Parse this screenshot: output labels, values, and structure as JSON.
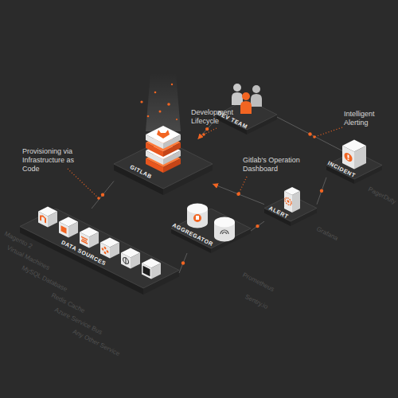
{
  "diagram": {
    "nodes": [
      {
        "text": [
          "DEV TEAM"
        ]
      },
      {
        "text": [
          "GITLAB"
        ]
      },
      {
        "text": [
          "INCIDENT"
        ]
      },
      {
        "text": [
          "ALERT"
        ]
      },
      {
        "text": [
          "AGGREGATOR"
        ]
      },
      {
        "text": [
          "DATA SOURCES"
        ]
      }
    ],
    "edges": [
      {
        "from": 0,
        "to": 1,
        "arrow": "to"
      },
      {
        "from": 3,
        "to": 1,
        "arrow": "to"
      },
      {
        "from": 5,
        "to": 1,
        "arrow": "none"
      },
      {
        "from": 5,
        "to": 4,
        "arrow": "none"
      },
      {
        "from": 4,
        "to": 3,
        "arrow": "none"
      },
      {
        "from": 3,
        "to": 2,
        "arrow": "none"
      },
      {
        "from": 2,
        "to": 0,
        "arrow": "none"
      }
    ],
    "labels": [
      "Development Lifecycle",
      "Intelligent Alerting",
      "Provisioning via Infrastructure as Code",
      "Gitlab's Operation Dashboard",
      "Magento 2",
      "Virtual Machines",
      "MySQL Database",
      "Redis Cache",
      "Azure Service Bus",
      "Any Other Service",
      "Prometheus",
      "Sentry.io",
      "Grafana",
      "PagerDuty"
    ]
  }
}
